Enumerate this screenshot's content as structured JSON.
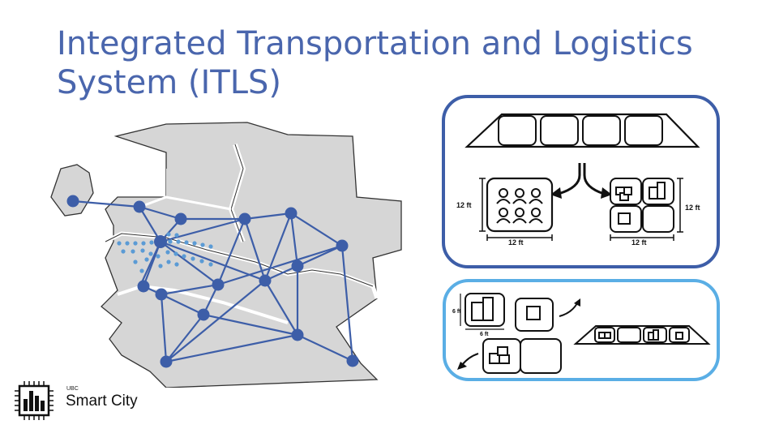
{
  "slide": {
    "title_line1": "Integrated Transportation and Logistics",
    "title_line2": "System (ITLS)"
  },
  "cargo_panel": {
    "dim_12ft": "12 ft"
  },
  "small_panel": {
    "dim_6ft": "6 ft"
  },
  "logo": {
    "org": "UBC",
    "name": "Smart City"
  },
  "colors": {
    "title": "#4a66ad",
    "network": "#3d5ea8",
    "dots": "#5b9bd5",
    "panel_top_border": "#3d5ea8",
    "panel_bottom_border": "#5aaee5",
    "land": "#d6d6d6"
  }
}
